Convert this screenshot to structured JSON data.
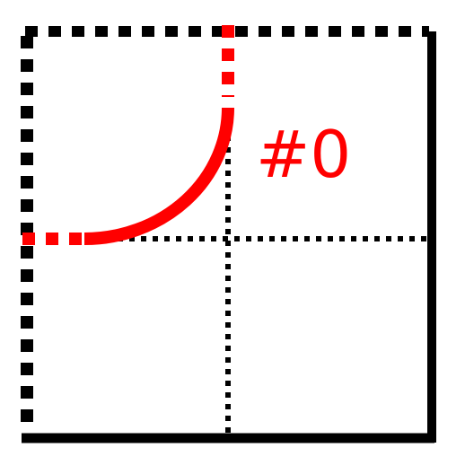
{
  "tile": {
    "label": "#0",
    "label_color": "#ff0000",
    "curve_color": "#ff0000",
    "frame_color": "#000000",
    "background": "#ffffff",
    "connector": {
      "type": "quarter-arc",
      "from_edge": "top",
      "to_edge": "left",
      "corner": "top-left"
    }
  }
}
